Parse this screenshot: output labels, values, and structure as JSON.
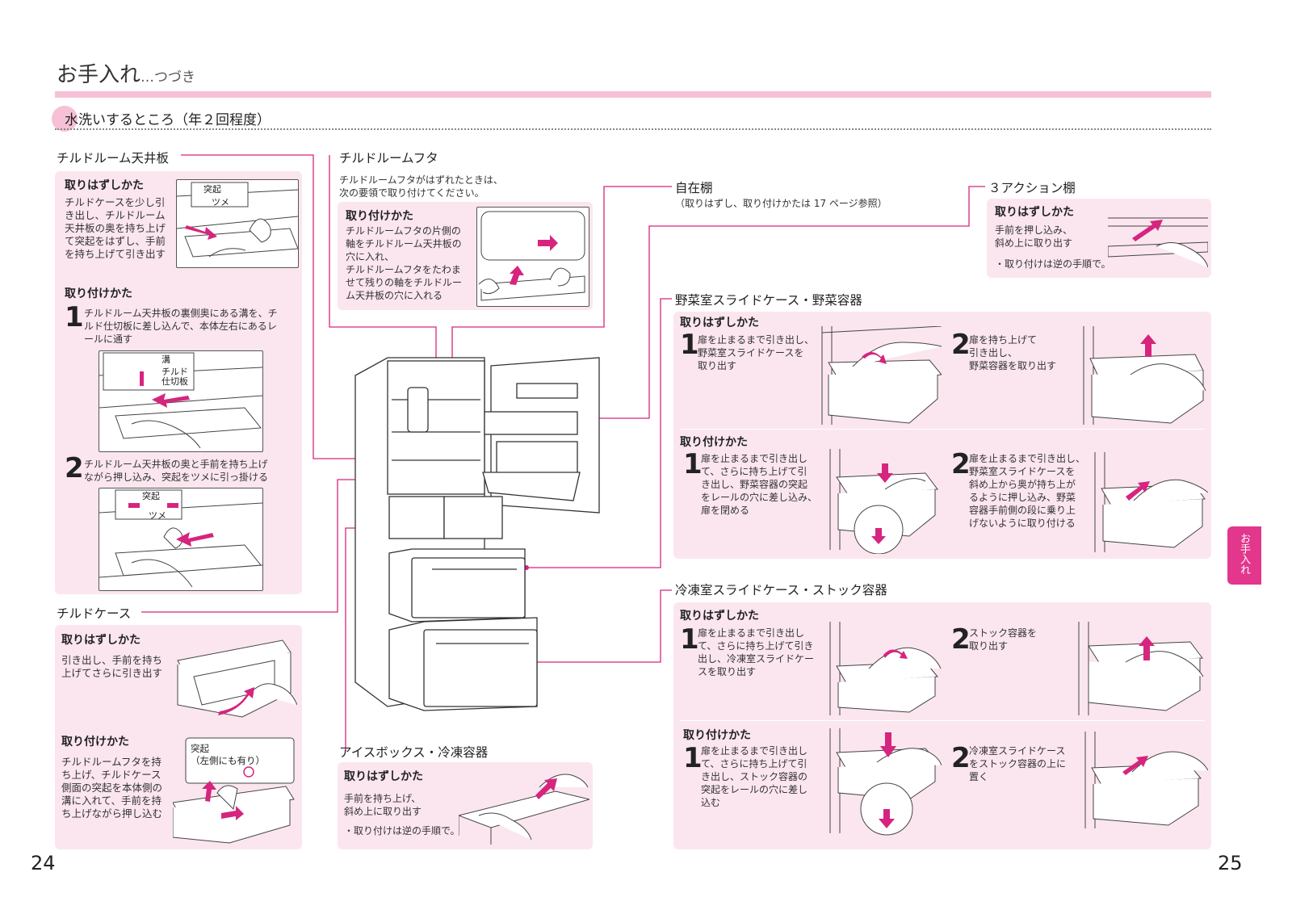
{
  "header": {
    "title": "お手入れ",
    "title_suffix": "…つづき"
  },
  "section_heading": "水洗いするところ（年２回程度）",
  "side_tab": "お手入れ",
  "page_numbers": {
    "left": "24",
    "right": "25"
  },
  "remove_label": "取りはずしかた",
  "attach_label": "取り付けかた",
  "chilled_ceiling": {
    "title": "チルドルーム天井板",
    "remove_text": "チルドケースを少し引\nき出し、チルドルーム\n天井板の奥を持ち上げ\nて突起をはずし、手前\nを持ち上げて引き出す",
    "callout_tokki": "突起",
    "callout_tsume": "ツメ",
    "step1_num": "1",
    "step1_text": "チルドルーム天井板の裏側奥にある溝を、チ\nルド仕切板に差し込んで、本体左右にあるレ\nールに通す",
    "callout_mizo": "溝",
    "callout_partition": "チルド\n仕切板",
    "step2_num": "2",
    "step2_text": "チルドルーム天井板の奥と手前を持ち上げ\nながら押し込み、突起をツメに引っ掛ける"
  },
  "chilled_lid": {
    "title": "チルドルームフタ",
    "intro": "チルドルームフタがはずれたときは、\n次の要領で取り付けてください。",
    "attach_text": "チルドルームフタの片側の\n軸をチルドルーム天井板の\n穴に入れ、\nチルドルームフタをたわま\nせて残りの軸をチルドルー\nム天井板の穴に入れる"
  },
  "chilled_case": {
    "title": "チルドケース",
    "remove_text": "引き出し、手前を持ち\n上げてさらに引き出す",
    "attach_text": "チルドルームフタを持\nち上げ、チルドケース\n側面の突起を本体側の\n溝に入れて、手前を持\nち上げながら押し込む",
    "callout": "突起\n（左側にも有り）"
  },
  "free_shelf": {
    "title": "自在棚",
    "note": "（取りはずし、取り付けかたは 17 ページ参照）"
  },
  "action_shelf": {
    "title": "３アクション棚",
    "remove_text": "手前を押し込み、\n斜め上に取り出す",
    "note": "・取り付けは逆の手順で。"
  },
  "vegetable": {
    "title": "野菜室スライドケース・野菜容器",
    "remove_steps": [
      {
        "num": "1",
        "text": "扉を止まるまで引き出し、\n野菜室スライドケースを\n取り出す"
      },
      {
        "num": "2",
        "text": "扉を持ち上げて\n引き出し、\n野菜容器を取り出す"
      }
    ],
    "attach_steps": [
      {
        "num": "1",
        "text": "扉を止まるまで引き出し\nて、さらに持ち上げて引\nき出し、野菜容器の突起\nをレールの穴に差し込み、\n扉を閉める"
      },
      {
        "num": "2",
        "text": "扉を止まるまで引き出し、\n野菜室スライドケースを\n斜め上から奥が持ち上が\nるように押し込み、野菜\n容器手前側の段に乗り上\nげないように取り付ける"
      }
    ]
  },
  "freezer": {
    "title": "冷凍室スライドケース・ストック容器",
    "remove_steps": [
      {
        "num": "1",
        "text": "扉を止まるまで引き出し\nて、さらに持ち上げて引き\n出し、冷凍室スライドケー\nスを取り出す"
      },
      {
        "num": "2",
        "text": "ストック容器を\n取り出す"
      }
    ],
    "attach_steps": [
      {
        "num": "1",
        "text": "扉を止まるまで引き出し\nて、さらに持ち上げて引\nき出し、ストック容器の\n突起をレールの穴に差し\n込む"
      },
      {
        "num": "2",
        "text": "冷凍室スライドケース\nをストック容器の上に\n置く"
      }
    ]
  },
  "ice_box": {
    "title": "アイスボックス・冷凍容器",
    "remove_text": "手前を持ち上げ、\n斜め上に取り出す",
    "note": "・取り付けは逆の手順で。"
  }
}
